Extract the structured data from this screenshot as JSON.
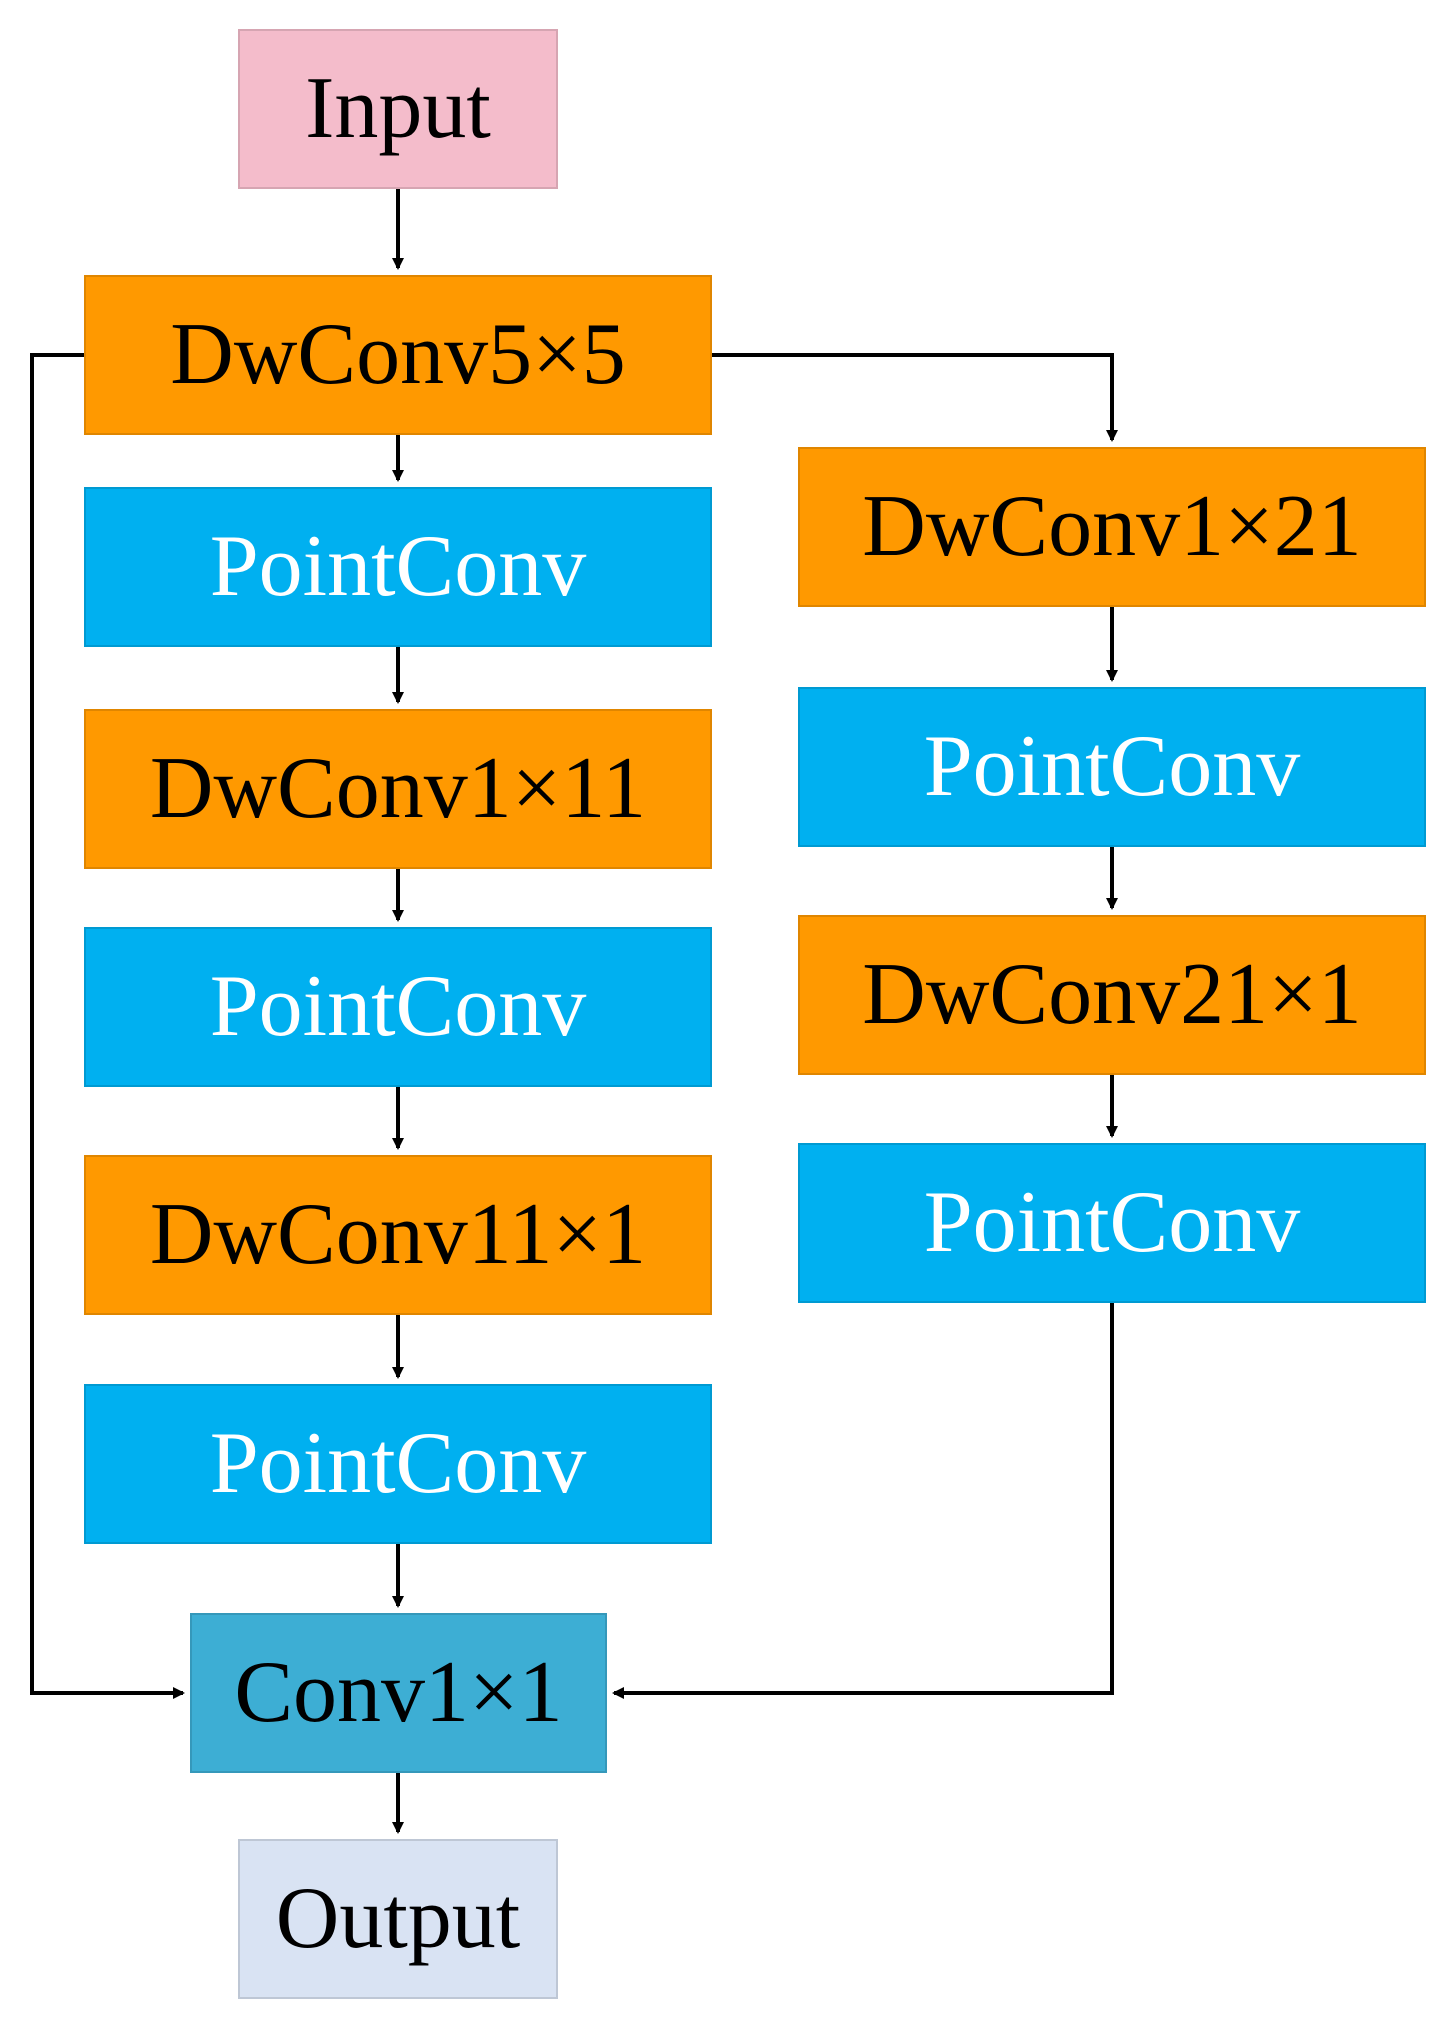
{
  "colors": {
    "input": "#f4bccb",
    "dwconv": "#ff9900",
    "pointconv": "#00b0f0",
    "conv1x1": "#3daed4",
    "output": "#d9e3f3",
    "dark_text": "#000000",
    "light_text": "#ffffff",
    "edge": "#000000"
  },
  "nodes": {
    "input": "Input",
    "dwconv_5x5": "DwConv5×5",
    "pointconv_1": "PointConv",
    "dwconv_1x11": "DwConv1×11",
    "pointconv_2": "PointConv",
    "dwconv_11x1": "DwConv11×1",
    "pointconv_3": "PointConv",
    "conv_1x1": "Conv1×1",
    "output": "Output",
    "dwconv_1x21": "DwConv1×21",
    "pointconv_4": "PointConv",
    "dwconv_21x1": "DwConv21×1",
    "pointconv_5": "PointConv"
  }
}
